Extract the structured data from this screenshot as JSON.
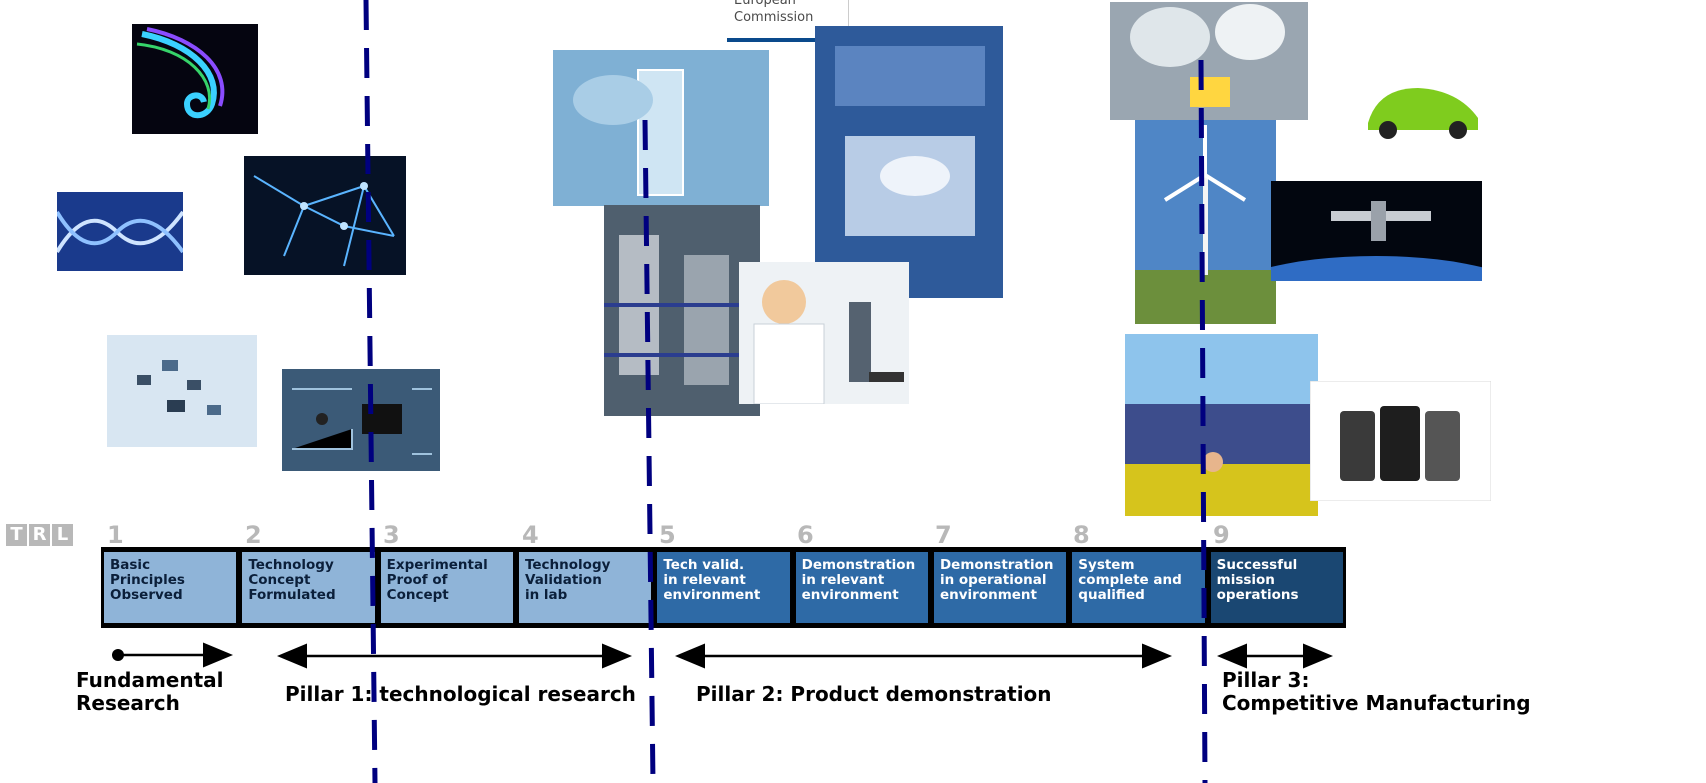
{
  "logo": {
    "line1": "European",
    "line2": "Commission"
  },
  "trl_badge": [
    "T",
    "R",
    "L"
  ],
  "levels": [
    {
      "num": "1",
      "label": "Basic\nPrinciples\nObserved",
      "shade": "light"
    },
    {
      "num": "2",
      "label": "Technology\nConcept\nFormulated",
      "shade": "light"
    },
    {
      "num": "3",
      "label": "Experimental\nProof of\nConcept",
      "shade": "light"
    },
    {
      "num": "4",
      "label": "Technology\nValidation\nin lab",
      "shade": "light"
    },
    {
      "num": "5",
      "label": "Tech valid.\nin relevant\nenvironment",
      "shade": "mid"
    },
    {
      "num": "6",
      "label": "Demonstration\nin relevant\nenvironment",
      "shade": "mid"
    },
    {
      "num": "7",
      "label": "Demonstration\nin operational\nenvironment",
      "shade": "mid"
    },
    {
      "num": "8",
      "label": "System\ncomplete and\nqualified",
      "shade": "mid"
    },
    {
      "num": "9",
      "label": "Successful\nmission\noperations",
      "shade": "dark"
    }
  ],
  "pillars": {
    "fundamental": "Fundamental\nResearch",
    "pillar1": "Pillar 1: technological research",
    "pillar2": "Pillar 2: Product demonstration",
    "pillar3": "Pillar 3:\nCompetitive Manufacturing"
  },
  "photos": [
    "spiral-fiber-art",
    "dna-helix",
    "neural-network",
    "electronic-components",
    "circuit-board",
    "lab-glassware",
    "industrial-plant",
    "cleanroom-worker",
    "scientist-microscope",
    "led-chip-bulbs",
    "green-electric-car",
    "wind-turbine",
    "space-station",
    "solar-panel-field",
    "mobile-phones"
  ],
  "colors": {
    "divider": "#00007f",
    "light": "#8fb4d8",
    "mid": "#2e6aa6",
    "dark": "#1a4772"
  }
}
